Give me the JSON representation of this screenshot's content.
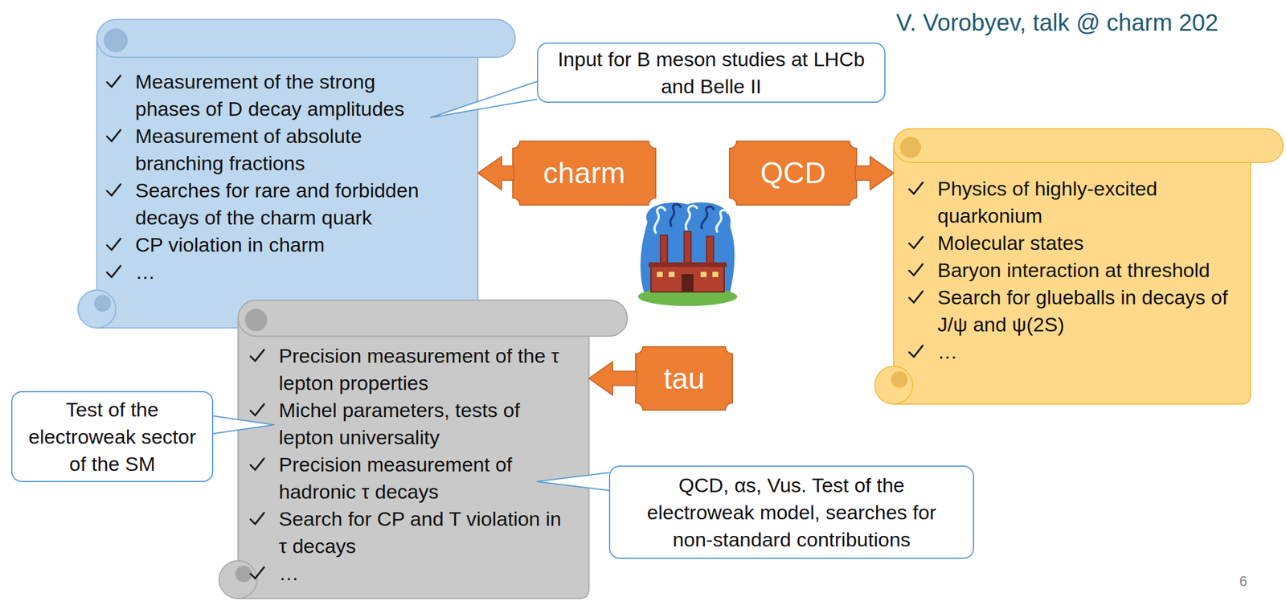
{
  "diagram": {
    "nodes": [
      {
        "text": [
          "Measurement of the strong phases of D decay amplitudes",
          "Measurement of absolute branching fractions",
          "Searches for rare and forbidden decays of the charm quark",
          "CP violation in charm",
          "…"
        ]
      },
      {
        "text": [
          "Input for B meson studies at LHCb and Belle II"
        ]
      },
      {
        "text": [
          "charm"
        ]
      },
      {
        "text": [
          "QCD"
        ]
      },
      {
        "text": [
          "Physics of highly-excited quarkonium",
          "Molecular states",
          "Baryon interaction at threshold",
          "Search for glueballs in decays of J/ψ and ψ(2S)",
          "…"
        ]
      },
      {
        "text": [
          "Precision measurement of the τ lepton properties",
          "Michel parameters, tests of lepton universality",
          "Precision measurement of hadronic τ decays",
          "Search for CP and T violation in τ decays",
          "…"
        ]
      },
      {
        "text": [
          "tau"
        ]
      },
      {
        "text": [
          "Test of the electroweak sector of the SM"
        ]
      },
      {
        "text": [
          "QCD, αs, Vus. Test of the electroweak model, searches for non-standard contributions"
        ]
      }
    ],
    "edges": [
      {
        "from": 1,
        "to": 0,
        "arrow": "none"
      },
      {
        "from": 2,
        "to": 0,
        "arrow": "to"
      },
      {
        "from": 3,
        "to": 4,
        "arrow": "to"
      },
      {
        "from": 6,
        "to": 5,
        "arrow": "to"
      },
      {
        "from": 7,
        "to": 5,
        "arrow": "none"
      },
      {
        "from": 8,
        "to": 5,
        "arrow": "none"
      }
    ],
    "labels": [
      "V. Vorobyev, talk @ charm 202",
      "6"
    ]
  }
}
